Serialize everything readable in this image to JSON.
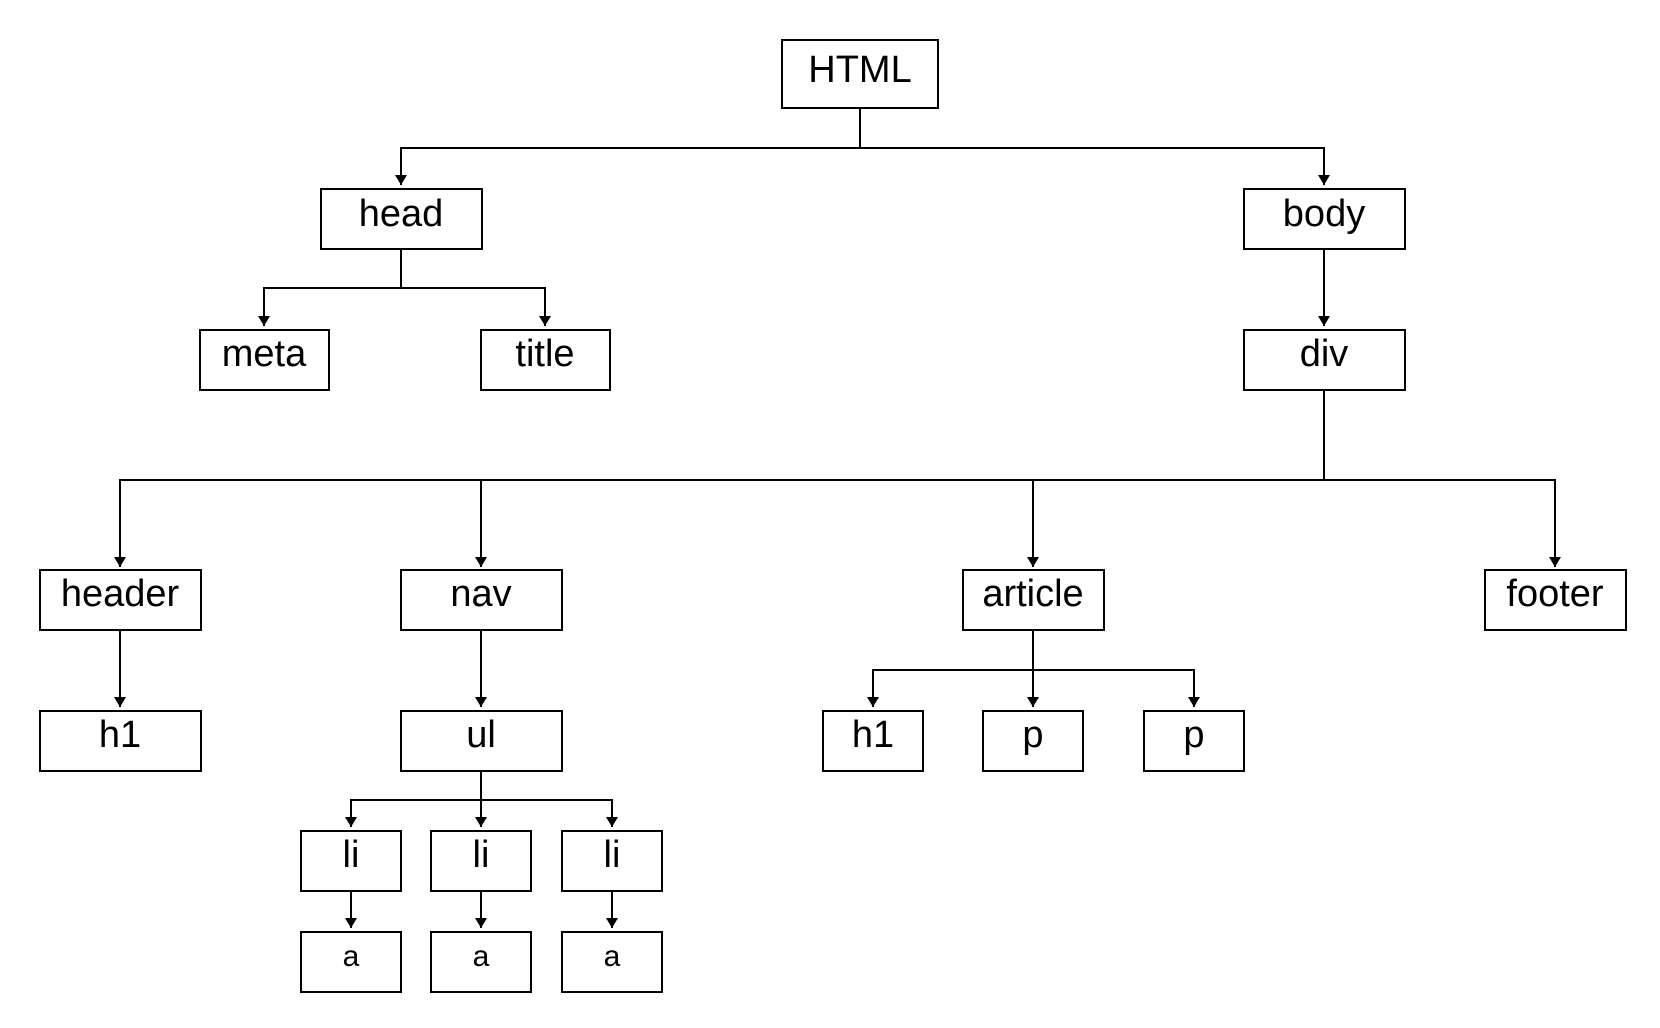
{
  "diagram": {
    "colors": {
      "line": "#000000",
      "box_fill": "#ffffff",
      "text": "#000000"
    },
    "nodes": {
      "html": "HTML",
      "head": "head",
      "body": "body",
      "meta": "meta",
      "title": "title",
      "div": "div",
      "header": "header",
      "nav": "nav",
      "article": "article",
      "footer": "footer",
      "header_h1": "h1",
      "ul": "ul",
      "article_h1": "h1",
      "p1": "p",
      "p2": "p",
      "li1": "li",
      "li2": "li",
      "li3": "li",
      "a1": "a",
      "a2": "a",
      "a3": "a"
    },
    "edges": [
      {
        "from": "html",
        "to": "head"
      },
      {
        "from": "html",
        "to": "body"
      },
      {
        "from": "head",
        "to": "meta"
      },
      {
        "from": "head",
        "to": "title"
      },
      {
        "from": "body",
        "to": "div"
      },
      {
        "from": "div",
        "to": "header"
      },
      {
        "from": "div",
        "to": "nav"
      },
      {
        "from": "div",
        "to": "article"
      },
      {
        "from": "div",
        "to": "footer"
      },
      {
        "from": "header",
        "to": "header_h1"
      },
      {
        "from": "nav",
        "to": "ul"
      },
      {
        "from": "article",
        "to": "article_h1"
      },
      {
        "from": "article",
        "to": "p1"
      },
      {
        "from": "article",
        "to": "p2"
      },
      {
        "from": "ul",
        "to": "li1"
      },
      {
        "from": "ul",
        "to": "li2"
      },
      {
        "from": "ul",
        "to": "li3"
      },
      {
        "from": "li1",
        "to": "a1"
      },
      {
        "from": "li2",
        "to": "a2"
      },
      {
        "from": "li3",
        "to": "a3"
      }
    ]
  }
}
